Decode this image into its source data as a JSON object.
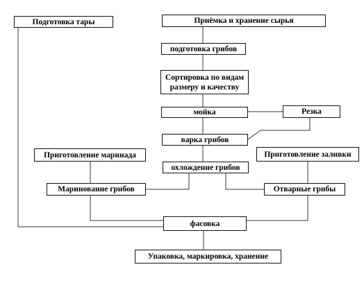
{
  "diagram": {
    "nodes": {
      "container_prep": "Подготовка тары",
      "receiving_storage": "Приёмка и хранение сырья",
      "mushroom_prep": "подготовка грибов",
      "sorting": "Сортировка по видам размеру и качеству",
      "washing": "мойка",
      "cutting": "Резка",
      "boiling": "варка грибов",
      "marinade_prep": "Приготовление маринада",
      "filling_prep": "Приготовление заливки",
      "cooling": "охлождение грибов",
      "marinating": "Маринование грибов",
      "boiled_mushrooms": "Отварные грибы",
      "portioning": "фасовка",
      "packing": "Упаковка, маркировка, хранение"
    },
    "line_color": "#333333"
  }
}
